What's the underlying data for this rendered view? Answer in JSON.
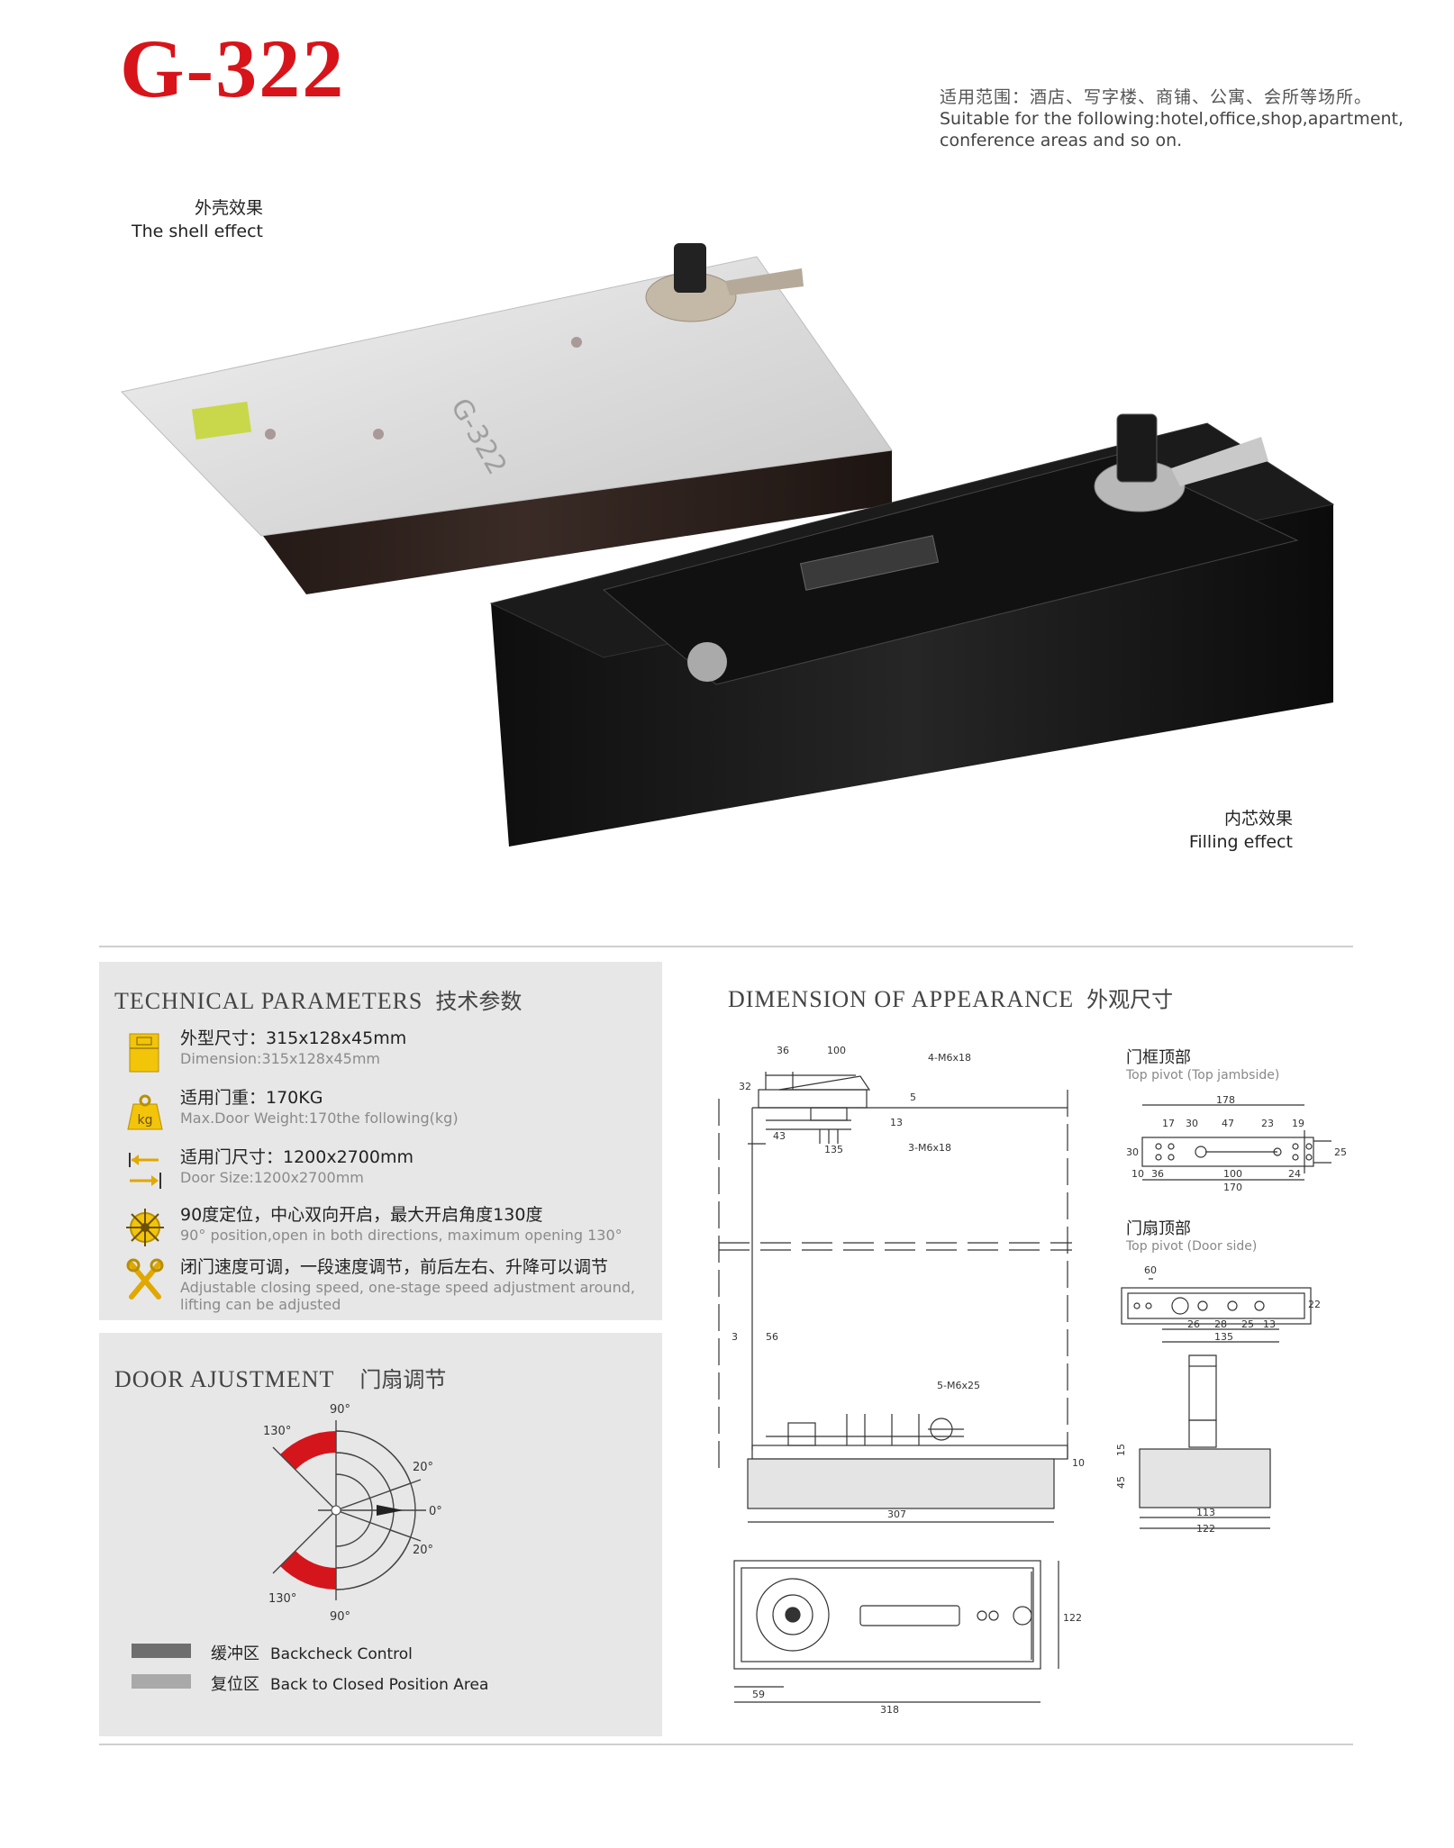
{
  "header": {
    "model": "G-322",
    "applies_cn": "适用范围：酒店、写字楼、商铺、公寓、会所等场所。",
    "applies_en_1": "Suitable for the following:hotel,office,shop,apartment,",
    "applies_en_2": "conference areas and so on."
  },
  "photos": {
    "shell_cn": "外壳效果",
    "shell_en": "The shell effect",
    "shell_lid_text": "G-322",
    "filling_cn": "内芯效果",
    "filling_en": "Filling effect"
  },
  "technical": {
    "title_en": "TECHNICAL PARAMETERS",
    "title_cn": "技术参数",
    "kg_label": "kg",
    "items": [
      {
        "cn": "外型尺寸：315x128x45mm",
        "en": "Dimension:315x128x45mm",
        "icon": "dimension-icon"
      },
      {
        "cn": "适用门重：170KG",
        "en": "Max.Door Weight:170the following(kg)",
        "icon": "weight-icon"
      },
      {
        "cn": "适用门尺寸：1200x2700mm",
        "en": "Door Size:1200x2700mm",
        "icon": "door-size-icon"
      },
      {
        "cn": "90度定位，中心双向开启，最大开启角度130度",
        "en": "90° position,open in both directions, maximum opening 130°",
        "icon": "angle-icon"
      },
      {
        "cn": "闭门速度可调，一段速度调节，前后左右、升降可以调节",
        "en": "Adjustable closing speed, one-stage speed adjustment around,",
        "en2": "lifting can be adjusted",
        "icon": "tools-icon"
      }
    ]
  },
  "door": {
    "title_en": "DOOR AJUSTMENT",
    "title_cn": "门扇调节",
    "angles": {
      "top90": "90°",
      "top130": "130°",
      "r20a": "20°",
      "r0": "0°",
      "r20b": "20°",
      "bot130": "130°",
      "bot90": "90°"
    },
    "legend": [
      {
        "cn": "缓冲区",
        "en": "Backcheck Control",
        "color": "#6e6e6e"
      },
      {
        "cn": "复位区",
        "en": "Back to Closed Position Area",
        "color": "#a9a9a9"
      }
    ],
    "accent": "#d4161c"
  },
  "dimension": {
    "title_en": "DIMENSION OF APPEARANCE",
    "title_cn": "外观尺寸",
    "side": {
      "d36": "36",
      "d100": "100",
      "m6x18a": "4-M6x18",
      "d32": "32",
      "d5": "5",
      "d13": "13",
      "d43": "43",
      "d135": "135",
      "m6x18b": "3-M6x18",
      "d3": "3",
      "d56": "56",
      "m6x25": "5-M6x25",
      "d10": "10",
      "d307": "307"
    },
    "plan": {
      "d59": "59",
      "d318": "318",
      "d122": "122"
    },
    "jamb": {
      "cn": "门框顶部",
      "en": "Top pivot (Top jambside)",
      "d178": "178",
      "d17": "17",
      "d30a": "30",
      "d47": "47",
      "d23": "23",
      "d19": "19",
      "d30b": "30",
      "d25": "25",
      "d10": "10",
      "d36": "36",
      "d100": "100",
      "d24": "24",
      "d170": "170"
    },
    "doorside": {
      "cn": "门扇顶部",
      "en": "Top pivot (Door side)",
      "d60": "60",
      "d26": "26",
      "d28": "28",
      "d25": "25",
      "d13": "13",
      "d22": "22",
      "d135": "135"
    },
    "cross": {
      "d15": "15",
      "d45": "45",
      "d113": "113",
      "d122": "122"
    }
  }
}
